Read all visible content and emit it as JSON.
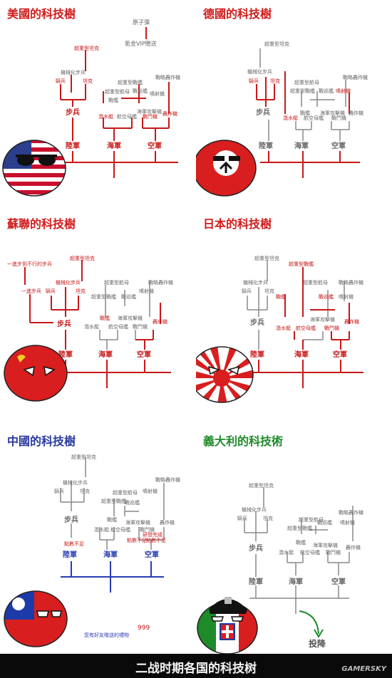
{
  "panels": {
    "usa": {
      "title": "美國的科技樹",
      "atom": "原子彈",
      "vip": "氪金VIP贈送",
      "super_tank": "超重型坦克",
      "mech_inf": "機械化步兵",
      "cavalry": "騎兵",
      "tank": "坦克",
      "infantry": "步兵",
      "army": "陸軍",
      "navy": "海軍",
      "airforce": "空軍",
      "super_carrier": "超重型航母",
      "battleship": "戰艦",
      "battlecruiser": "戰巡艦",
      "sub": "潛水艇",
      "carrier": "航空母艦",
      "naval_attacker": "海軍攻擊機",
      "fighter": "戰鬥機",
      "strategic_bomber": "戰略轟炸機",
      "jet": "噴射機",
      "bomber": "轟炸機",
      "super_bb": "超重型戰艦"
    },
    "germany": {
      "title": "德國的科技樹",
      "super_tank": "超重型坦克",
      "mech_inf": "機械化步兵",
      "cavalry": "騎兵",
      "tank": "坦克",
      "infantry": "步兵",
      "army": "陸軍",
      "navy": "海軍",
      "airforce": "空軍",
      "super_carrier": "超重型航母",
      "super_bb": "超重型戰艦",
      "battleship": "戰艦",
      "battlecruiser": "戰巡艦",
      "sub": "潛水艇",
      "carrier": "航空母艦",
      "naval_attacker": "海軍攻擊機",
      "fighter": "戰鬥機",
      "strategic_bomber": "戰略轟炸機",
      "jet": "噴射機",
      "bomber": "轟炸機"
    },
    "ussr": {
      "title": "蘇聯的科技樹",
      "super_tank": "超重型坦克",
      "mech_inf": "機械化步兵",
      "one_step": "一進步到不行的步兵",
      "back_inf": "一進步兵",
      "cavalry": "騎兵",
      "tank": "坦克",
      "infantry": "步兵",
      "army": "陸軍",
      "navy": "海軍",
      "airforce": "空軍",
      "super_carrier": "超重型航母",
      "super_bb": "超重型戰艦",
      "battleship": "戰艦",
      "battlecruiser": "戰巡艦",
      "sub": "潛水艇",
      "carrier": "航空母艦",
      "naval_attacker": "海軍攻擊機",
      "fighter": "戰鬥機",
      "strategic_bomber": "戰略轟炸機",
      "jet": "噴射機",
      "bomber": "轟炸機"
    },
    "japan": {
      "title": "日本的科技樹",
      "super_tank": "超重型坦克",
      "super_bb": "超重型戰艦",
      "mech_inf": "機械化步兵",
      "cavalry": "騎兵",
      "tank": "坦克",
      "infantry": "步兵",
      "army": "陸軍",
      "navy": "海軍",
      "airforce": "空軍",
      "super_carrier": "超重型航母",
      "battleship": "戰艦",
      "battlecruiser": "戰巡艦",
      "sub": "潛水艇",
      "carrier": "航空母艦",
      "naval_attacker": "海軍攻擊機",
      "fighter": "戰鬥機",
      "strategic_bomber": "戰略轟炸機",
      "jet": "噴射機",
      "bomber": "轟炸機"
    },
    "china": {
      "title": "中國的科技樹",
      "super_tank": "超重型坦克",
      "mech_inf": "機械化步兵",
      "cavalry": "騎兵",
      "tank": "坦克",
      "infantry": "步兵",
      "army": "陸軍",
      "navy": "海軍",
      "airforce": "空軍",
      "super_carrier": "超重型航母",
      "super_bb": "超重型戰艦",
      "battleship": "戰艦",
      "battlecruiser": "戰巡艦",
      "sub": "潛水艇",
      "carrier": "航空母艦",
      "naval_attacker": "海軍攻擊機",
      "fighter": "戰鬥機",
      "strategic_bomber": "戰略轟炸機",
      "jet": "噴射機",
      "bomber": "轟炸機",
      "not_unlocked_1": "點數不足",
      "not_unlocked_2": "點數不足",
      "not_unlocked_3": "點數不足",
      "unlock_ok": "研發完成",
      "number": "999",
      "gift": "您有好友贈送的禮物"
    },
    "italy": {
      "title": "義大利的科技術",
      "super_tank": "超重型坦克",
      "mech_inf": "機械化步兵",
      "cavalry": "騎兵",
      "tank": "坦克",
      "infantry": "步兵",
      "army": "陸軍",
      "navy": "海軍",
      "airforce": "空軍",
      "super_carrier": "超重型航母",
      "super_bb": "超重型戰艦",
      "battleship": "戰艦",
      "battlecruiser": "戰巡艦",
      "sub": "潛水艇",
      "carrier": "航空母艦",
      "naval_attacker": "海軍攻擊機",
      "fighter": "戰鬥機",
      "strategic_bomber": "戰略轟炸機",
      "jet": "噴射機",
      "bomber": "轟炸機",
      "surrender": "投降"
    }
  },
  "footer": {
    "title": "二战时期各国的科技树",
    "brand": "GAMERSKY"
  },
  "colors": {
    "red": "#c81818",
    "grey": "#666666",
    "blue": "#283cb4",
    "green": "#1f8a2a"
  }
}
